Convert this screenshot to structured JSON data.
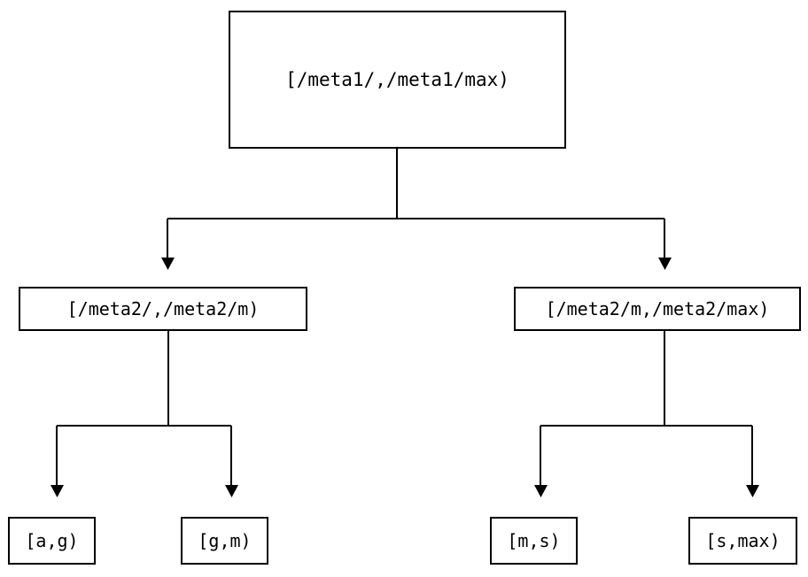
{
  "diagram": {
    "type": "tree",
    "title": "",
    "background_color": "#ffffff",
    "line_color": "#000000",
    "text_color": "#000000",
    "nodes": {
      "root": {
        "label": "[/meta1/,/meta1/max)",
        "level": 0
      },
      "mid_left": {
        "label": "[/meta2/,/meta2/m)",
        "level": 1
      },
      "mid_right": {
        "label": "[/meta2/m,/meta2/max)",
        "level": 1
      },
      "leaf_1": {
        "label": "[a,g)",
        "level": 2
      },
      "leaf_2": {
        "label": "[g,m)",
        "level": 2
      },
      "leaf_3": {
        "label": "[m,s)",
        "level": 2
      },
      "leaf_4": {
        "label": "[s,max)",
        "level": 2
      }
    },
    "edges": [
      {
        "from": "root",
        "to": "mid_left",
        "arrow": "down"
      },
      {
        "from": "root",
        "to": "mid_right",
        "arrow": "down"
      },
      {
        "from": "mid_left",
        "to": "leaf_1",
        "arrow": "down"
      },
      {
        "from": "mid_left",
        "to": "leaf_2",
        "arrow": "down"
      },
      {
        "from": "mid_right",
        "to": "leaf_3",
        "arrow": "down"
      },
      {
        "from": "mid_right",
        "to": "leaf_4",
        "arrow": "down"
      }
    ]
  }
}
